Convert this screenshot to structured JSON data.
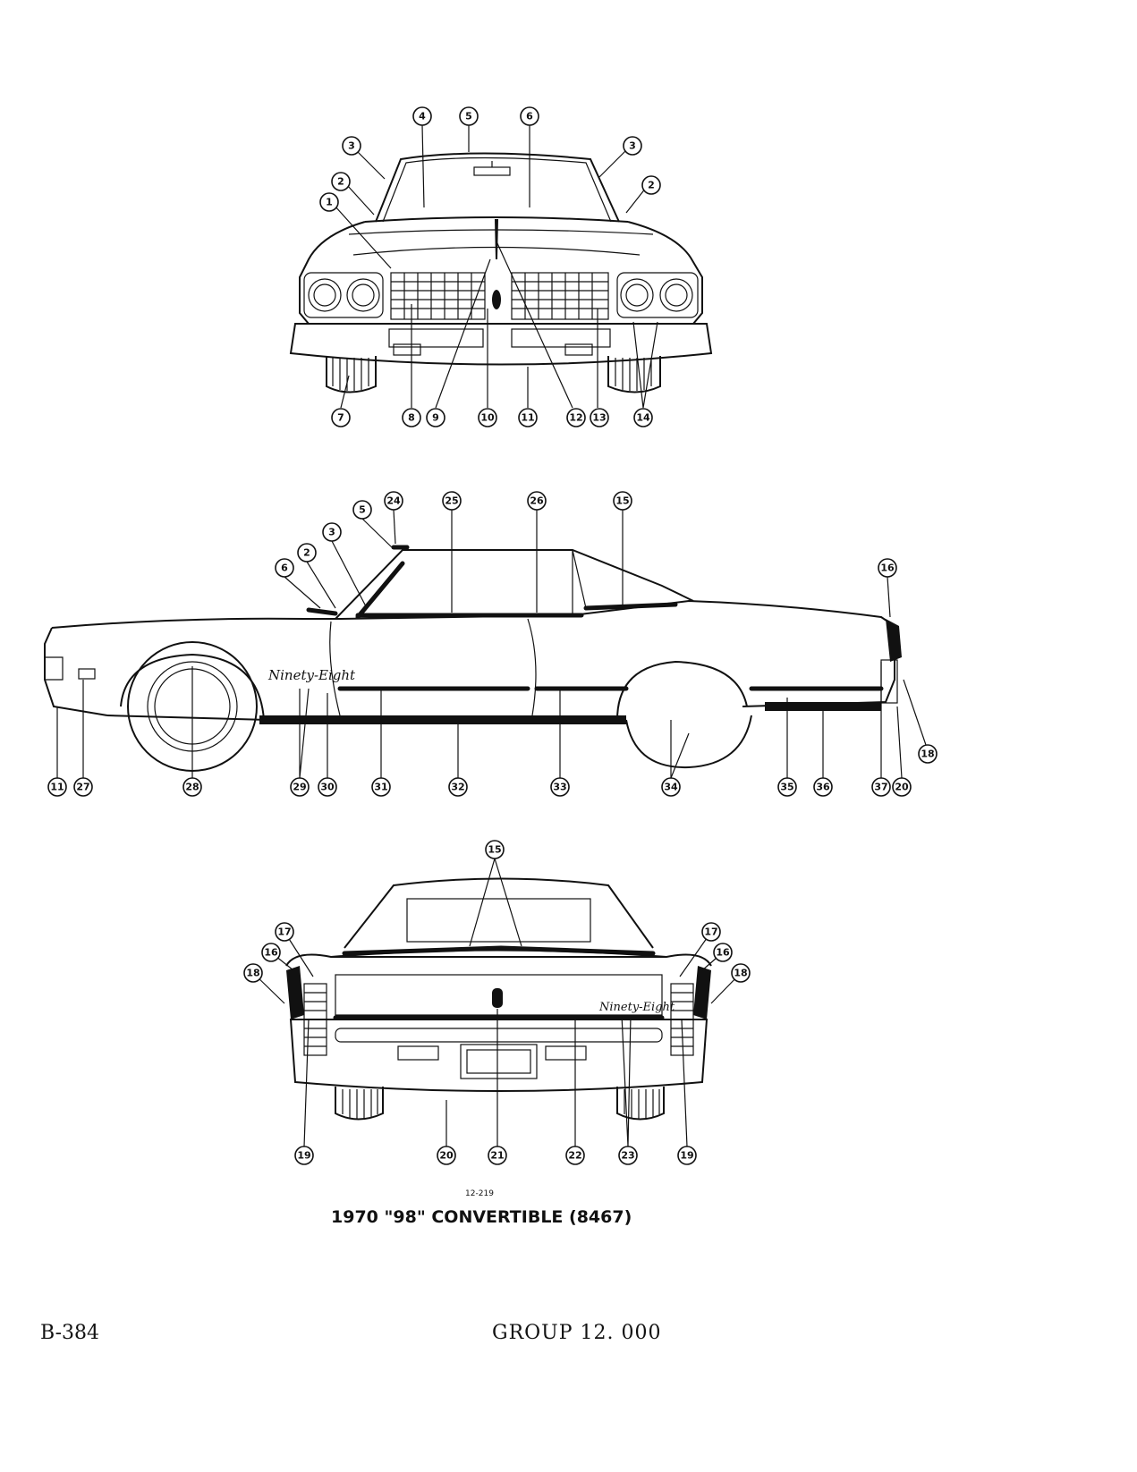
{
  "figure_number": "12-219",
  "caption": "1970 \"98\" CONVERTIBLE (8467)",
  "page_number": "B-384",
  "group": "GROUP 12. 000",
  "views": {
    "front": {
      "callouts": [
        "1",
        "2",
        "2",
        "3",
        "3",
        "4",
        "5",
        "6",
        "7",
        "8",
        "9",
        "10",
        "11",
        "12",
        "13",
        "14"
      ]
    },
    "side": {
      "script_badge": "Ninety-Eight",
      "callouts": [
        "2",
        "3",
        "5",
        "6",
        "11",
        "15",
        "16",
        "18",
        "20",
        "24",
        "25",
        "26",
        "27",
        "28",
        "29",
        "30",
        "31",
        "32",
        "33",
        "34",
        "35",
        "36",
        "37"
      ]
    },
    "rear": {
      "script_badge": "Ninety-Eight",
      "callouts": [
        "15",
        "16",
        "16",
        "17",
        "17",
        "18",
        "18",
        "19",
        "19",
        "20",
        "21",
        "22",
        "23"
      ]
    }
  }
}
